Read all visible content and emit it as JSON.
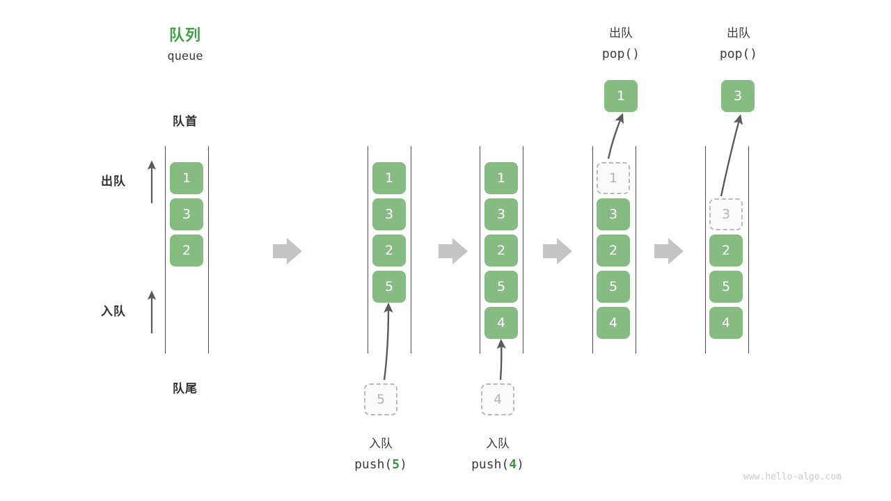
{
  "title": {
    "cn": "队列",
    "code": "queue",
    "color": "#43a047"
  },
  "labels": {
    "head": "队首",
    "tail": "队尾",
    "dequeue": "出队",
    "enqueue": "入队"
  },
  "watermark": "www.hello-algo.com",
  "colors": {
    "cell_fill": "#86bb82",
    "cell_text": "#ffffff",
    "ghost_border": "#b9b9b9",
    "ghost_text": "#b4b4b4",
    "rail": "#4a4a4a",
    "arrow": "#5a5a5a",
    "step_arrow": "#c4c4c4",
    "accent": "#3f9142"
  },
  "columns": [
    {
      "id": "initial",
      "cells": [
        {
          "value": "1",
          "state": "filled"
        },
        {
          "value": "3",
          "state": "filled"
        },
        {
          "value": "2",
          "state": "filled"
        }
      ],
      "incoming": null,
      "popped": null,
      "caption_cn": null,
      "caption_code": null
    },
    {
      "id": "after-push-5",
      "cells": [
        {
          "value": "1",
          "state": "filled"
        },
        {
          "value": "3",
          "state": "filled"
        },
        {
          "value": "2",
          "state": "filled"
        },
        {
          "value": "5",
          "state": "filled"
        }
      ],
      "incoming": {
        "value": "5",
        "state": "ghost"
      },
      "popped": null,
      "caption_cn": "入队",
      "caption_code_prefix": "push(",
      "caption_code_num": "5",
      "caption_code_suffix": ")"
    },
    {
      "id": "after-push-4",
      "cells": [
        {
          "value": "1",
          "state": "filled"
        },
        {
          "value": "3",
          "state": "filled"
        },
        {
          "value": "2",
          "state": "filled"
        },
        {
          "value": "5",
          "state": "filled"
        },
        {
          "value": "4",
          "state": "filled"
        }
      ],
      "incoming": {
        "value": "4",
        "state": "ghost"
      },
      "popped": null,
      "caption_cn": "入队",
      "caption_code_prefix": "push(",
      "caption_code_num": "4",
      "caption_code_suffix": ")"
    },
    {
      "id": "after-pop-1",
      "cells": [
        {
          "value": "1",
          "state": "ghost"
        },
        {
          "value": "3",
          "state": "filled"
        },
        {
          "value": "2",
          "state": "filled"
        },
        {
          "value": "5",
          "state": "filled"
        },
        {
          "value": "4",
          "state": "filled"
        }
      ],
      "incoming": null,
      "popped": {
        "value": "1",
        "state": "filled"
      },
      "header_cn": "出队",
      "header_code": "pop()"
    },
    {
      "id": "after-pop-3",
      "cells": [
        {
          "value": "",
          "state": "empty"
        },
        {
          "value": "3",
          "state": "ghost"
        },
        {
          "value": "2",
          "state": "filled"
        },
        {
          "value": "5",
          "state": "filled"
        },
        {
          "value": "4",
          "state": "filled"
        }
      ],
      "incoming": null,
      "popped": {
        "value": "3",
        "state": "filled"
      },
      "header_cn": "出队",
      "header_code": "pop()"
    }
  ]
}
